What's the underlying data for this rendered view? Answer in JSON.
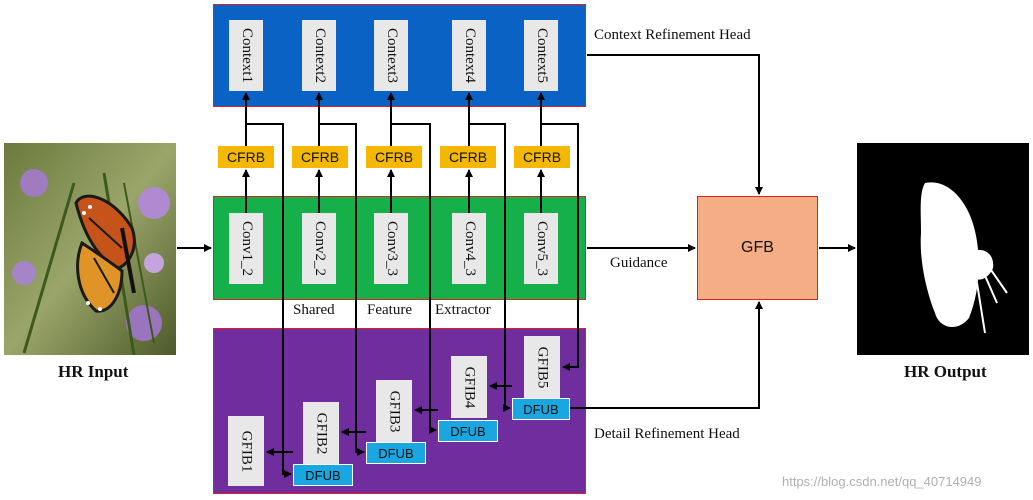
{
  "context_boxes": [
    "Context1",
    "Context2",
    "Context3",
    "Context4",
    "Context5"
  ],
  "conv_boxes": [
    "Conv1_2",
    "Conv2_2",
    "Conv3_3",
    "Conv4_3",
    "Conv5_3"
  ],
  "cfrb_label": "CFRB",
  "gfib_boxes": [
    "GFIB1",
    "GFIB2",
    "GFIB3",
    "GFIB4",
    "GFIB5"
  ],
  "dfub_label": "DFUB",
  "labels": {
    "context_head": "Context Refinement Head",
    "detail_head": "Detail Refinement Head",
    "guidance": "Guidance",
    "shared": "Shared",
    "feature": "Feature",
    "extractor": "Extractor",
    "gfb": "GFB",
    "hr_input": "HR Input",
    "hr_output": "HR Output"
  },
  "watermark": "https://blog.csdn.net/qq_40714949",
  "colors": {
    "context_panel": "#0a63c4",
    "shared_panel": "#16b04a",
    "detail_panel": "#6f2d9e",
    "cfrb": "#f5b800",
    "dfub": "#1aa6e0",
    "gfb": "#f4ad84"
  }
}
